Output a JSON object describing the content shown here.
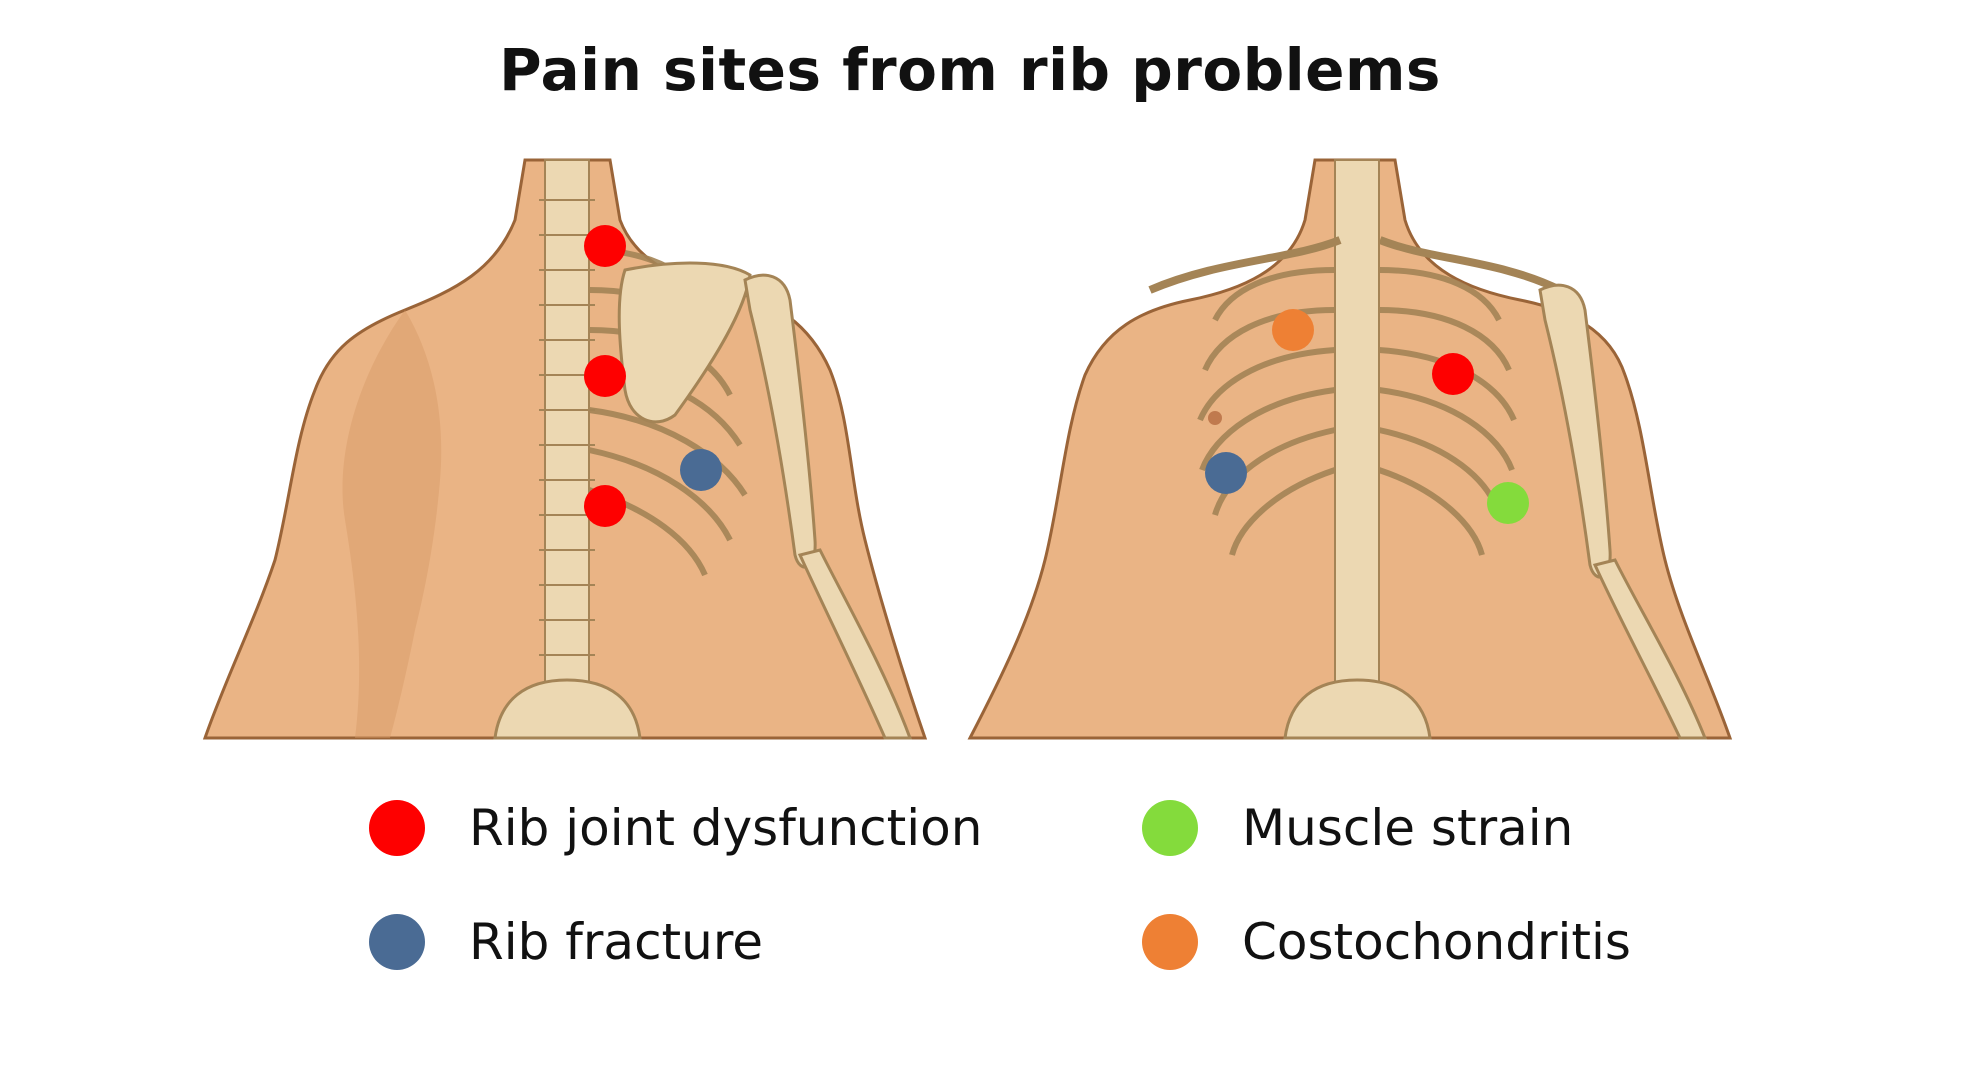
{
  "title": "Pain sites from rib problems",
  "colors": {
    "rib_joint_dysfunction": "#fe0000",
    "rib_fracture": "#4a6b94",
    "muscle_strain": "#84db3c",
    "costochondritis": "#ee8034",
    "skin": "#eab485",
    "skin_shadow": "#d89a66",
    "outline": "#9a6438",
    "bone": "#ecd8b2",
    "bone_line": "#a48456"
  },
  "legend": [
    {
      "key": "rib_joint_dysfunction",
      "label": "Rib joint dysfunction",
      "color": "#fe0000"
    },
    {
      "key": "rib_fracture",
      "label": "Rib fracture",
      "color": "#4a6b94"
    },
    {
      "key": "muscle_strain",
      "label": "Muscle strain",
      "color": "#84db3c"
    },
    {
      "key": "costochondritis",
      "label": "Costochondritis",
      "color": "#ee8034"
    }
  ]
}
